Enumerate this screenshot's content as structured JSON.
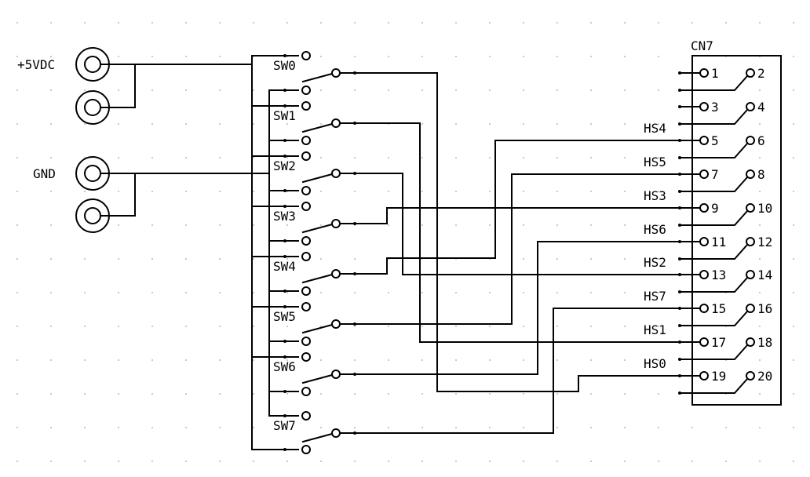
{
  "diagram": {
    "type": "electrical-schematic",
    "power_jacks": [
      {
        "label": "+5VDC",
        "net": "+5V",
        "count": 2
      },
      {
        "label": "GND",
        "net": "GND",
        "count": 2
      }
    ],
    "switches": [
      {
        "label": "SW0",
        "signal": "HS0",
        "pin": 19
      },
      {
        "label": "SW1",
        "signal": "HS1",
        "pin": 17
      },
      {
        "label": "SW2",
        "signal": "HS2",
        "pin": 13
      },
      {
        "label": "SW3",
        "signal": "HS3",
        "pin": 9
      },
      {
        "label": "SW4",
        "signal": "HS4",
        "pin": 5
      },
      {
        "label": "SW5",
        "signal": "HS5",
        "pin": 7
      },
      {
        "label": "SW6",
        "signal": "HS6",
        "pin": 11
      },
      {
        "label": "SW7",
        "signal": "HS7",
        "pin": 15
      }
    ],
    "connector": {
      "label": "CN7",
      "pins": [
        "1",
        "2",
        "3",
        "4",
        "5",
        "6",
        "7",
        "8",
        "9",
        "10",
        "11",
        "12",
        "13",
        "14",
        "15",
        "16",
        "17",
        "18",
        "19",
        "20"
      ],
      "signal_labels": [
        {
          "text": "HS4",
          "pin": 5
        },
        {
          "text": "HS5",
          "pin": 7
        },
        {
          "text": "HS3",
          "pin": 9
        },
        {
          "text": "HS6",
          "pin": 11
        },
        {
          "text": "HS2",
          "pin": 13
        },
        {
          "text": "HS7",
          "pin": 15
        },
        {
          "text": "HS1",
          "pin": 17
        },
        {
          "text": "HS0",
          "pin": 19
        }
      ]
    }
  }
}
